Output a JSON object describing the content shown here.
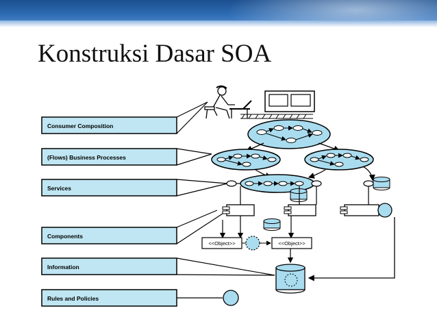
{
  "slide": {
    "title": "Konstruksi Dasar SOA"
  },
  "layers": [
    {
      "label": "Consumer Composition"
    },
    {
      "label": "(Flows) Business Processes"
    },
    {
      "label": "Services"
    },
    {
      "label": "Components"
    },
    {
      "label": "Information"
    },
    {
      "label": "Rules and Policies"
    }
  ],
  "objects": [
    {
      "label": "<<Object>>"
    },
    {
      "label": "<<Object>>"
    }
  ],
  "colors": {
    "layer_fill": "#bfe6f2",
    "shape_fill": "#a9dcef",
    "stroke": "#000000",
    "header_blue": "#2f6db5"
  },
  "icons": [
    "user-at-laptop-icon",
    "monitor-icon",
    "database-icon",
    "rule-circle-icon"
  ]
}
